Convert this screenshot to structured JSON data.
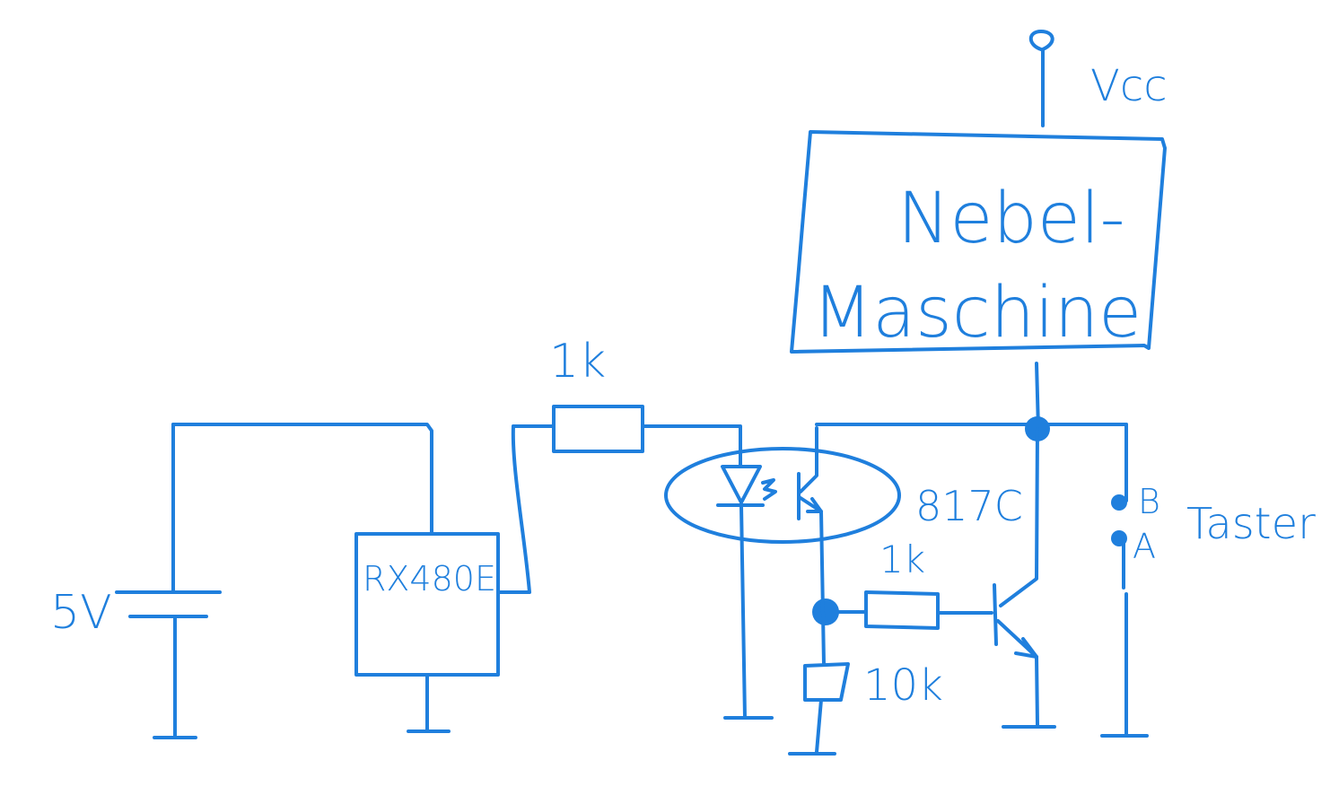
{
  "colors": {
    "ink": "#1f7fdd",
    "background": "#ffffff"
  },
  "labels": {
    "vcc": "Vcc",
    "machine_line1": "Nebel-",
    "machine_line2": "Maschine",
    "input_resistor": "1k",
    "receiver": "RX480E",
    "battery": "5V",
    "optocoupler": "817C",
    "base_resistor": "1k",
    "pulldown_resistor": "10k",
    "button_b": "B",
    "button_a": "A",
    "button": "Taster"
  }
}
